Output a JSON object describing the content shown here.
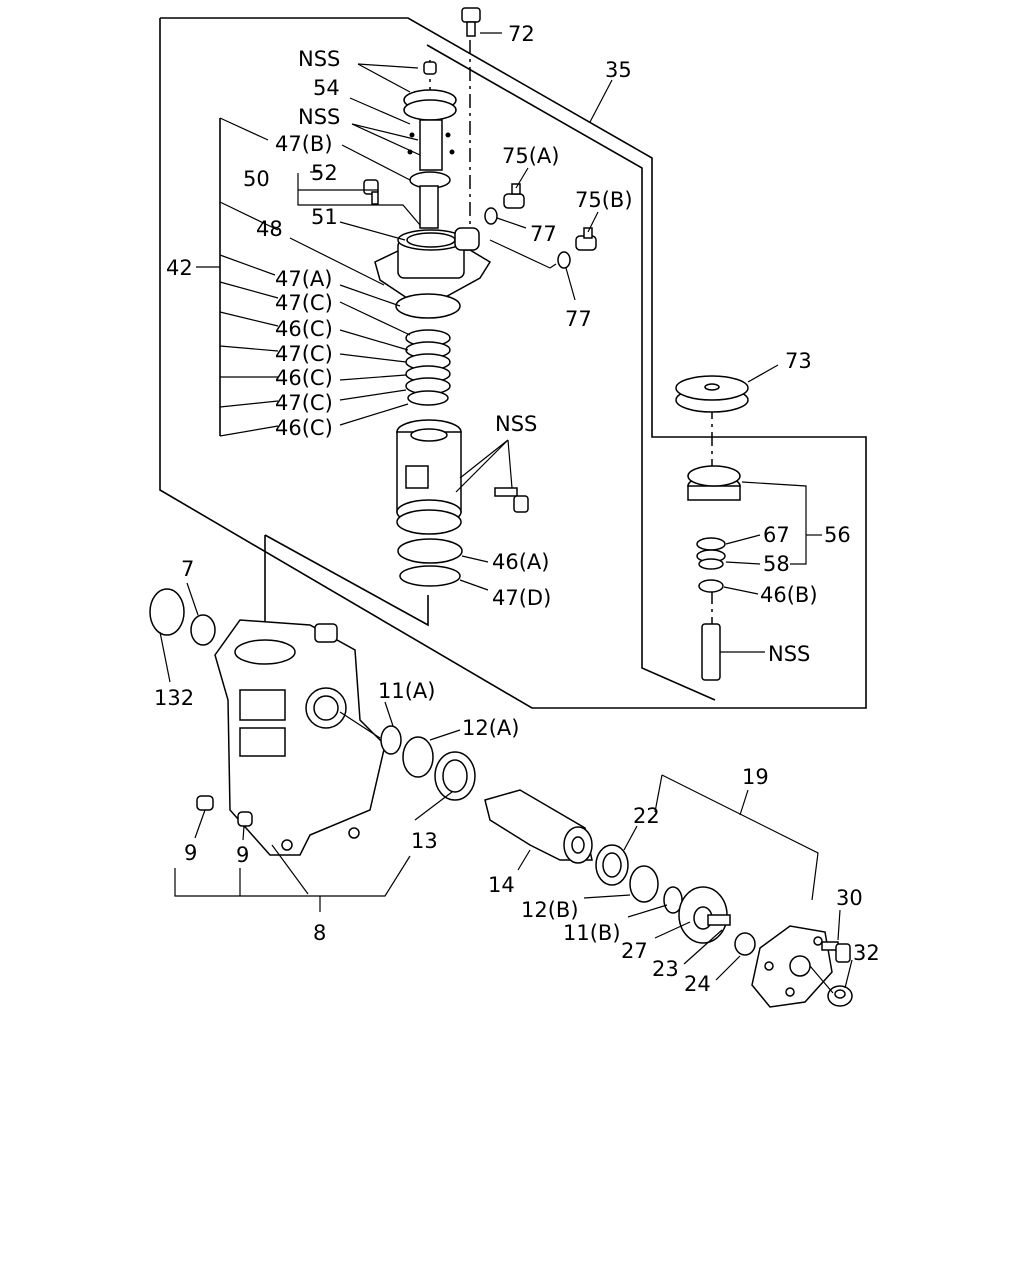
{
  "labels": {
    "l72": "72",
    "l35": "35",
    "nss1": "NSS",
    "l54": "54",
    "nss2": "NSS",
    "l47b": "47(B)",
    "l52": "52",
    "l50": "50",
    "l51": "51",
    "l48": "48",
    "l75a": "75(A)",
    "l75b": "75(B)",
    "l77a": "77",
    "l77b": "77",
    "l42": "42",
    "l47a": "47(A)",
    "l47c1": "47(C)",
    "l46c1": "46(C)",
    "l47c2": "47(C)",
    "l46c2": "46(C)",
    "l47c3": "47(C)",
    "l46c3": "46(C)",
    "nss3": "NSS",
    "l46a": "46(A)",
    "l47d": "47(D)",
    "l73": "73",
    "l67": "67",
    "l56": "56",
    "l58": "58",
    "l46b": "46(B)",
    "nss4": "NSS",
    "l7": "7",
    "l132": "132",
    "l11a": "11(A)",
    "l12a": "12(A)",
    "l13": "13",
    "l9a": "9",
    "l9b": "9",
    "l8": "8",
    "l19": "19",
    "l22": "22",
    "l14": "14",
    "l12b": "12(B)",
    "l11b": "11(B)",
    "l27": "27",
    "l23": "23",
    "l24": "24",
    "l30": "30",
    "l32": "32"
  }
}
